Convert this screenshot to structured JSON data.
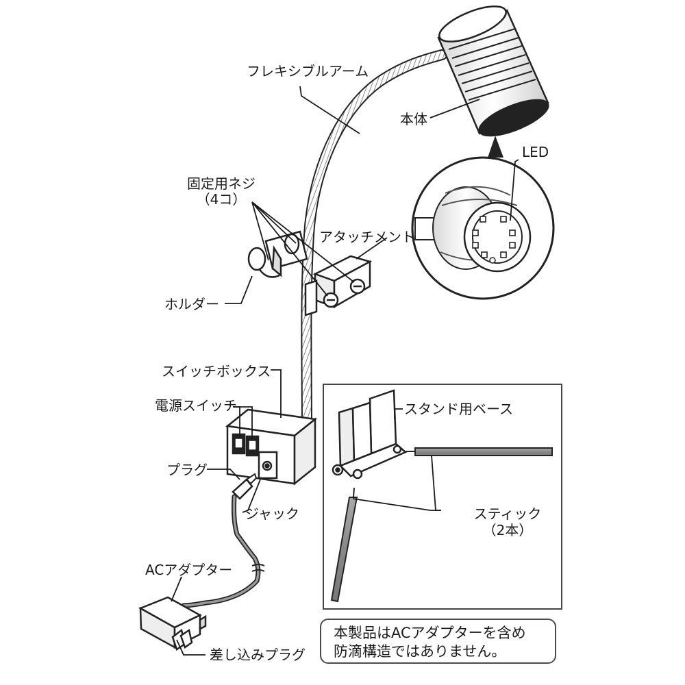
{
  "labels": {
    "flexible_arm": "フレキシブルアーム",
    "body": "本体",
    "led": "LED",
    "fixing_screws": "固定用ネジ",
    "fixing_screws_count": "（4コ）",
    "attachment": "アタッチメント",
    "holder": "ホルダー",
    "switch_box": "スイッチボックス",
    "power_switch": "電源スイッチ",
    "plug": "プラグ",
    "jack": "ジャック",
    "ac_adapter": "ACアダプター",
    "outlet_plug": "差し込みプラグ",
    "stand_base": "スタンド用ベース",
    "stick": "スティック",
    "stick_count": "（2本）"
  },
  "notice": {
    "line1": "本製品はACアダプターを含め",
    "line2": "防滴構造ではありません。"
  }
}
